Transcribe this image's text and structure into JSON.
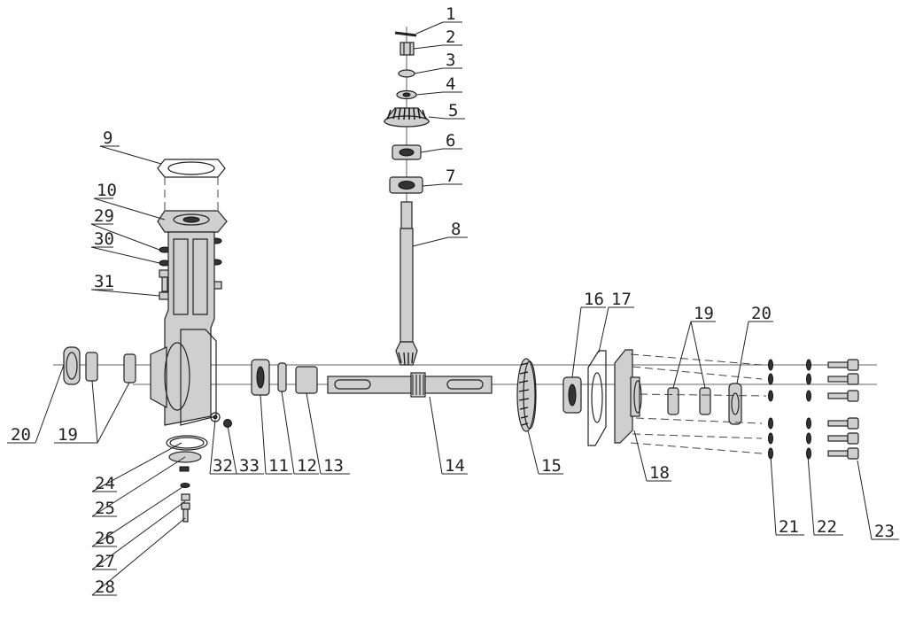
{
  "diagram": {
    "parts": [
      {
        "id": "1"
      },
      {
        "id": "2"
      },
      {
        "id": "3"
      },
      {
        "id": "4"
      },
      {
        "id": "5"
      },
      {
        "id": "6"
      },
      {
        "id": "7"
      },
      {
        "id": "8"
      },
      {
        "id": "9"
      },
      {
        "id": "10"
      },
      {
        "id": "11"
      },
      {
        "id": "12"
      },
      {
        "id": "13"
      },
      {
        "id": "14"
      },
      {
        "id": "15"
      },
      {
        "id": "16"
      },
      {
        "id": "17"
      },
      {
        "id": "18"
      },
      {
        "id": "19"
      },
      {
        "id": "20"
      },
      {
        "id": "21"
      },
      {
        "id": "22"
      },
      {
        "id": "23"
      },
      {
        "id": "24"
      },
      {
        "id": "25"
      },
      {
        "id": "26"
      },
      {
        "id": "27"
      },
      {
        "id": "28"
      },
      {
        "id": "29"
      },
      {
        "id": "30"
      },
      {
        "id": "31"
      },
      {
        "id": "32"
      },
      {
        "id": "33"
      }
    ],
    "left_labels": {
      "label_20": "20",
      "label_19": "19"
    }
  }
}
